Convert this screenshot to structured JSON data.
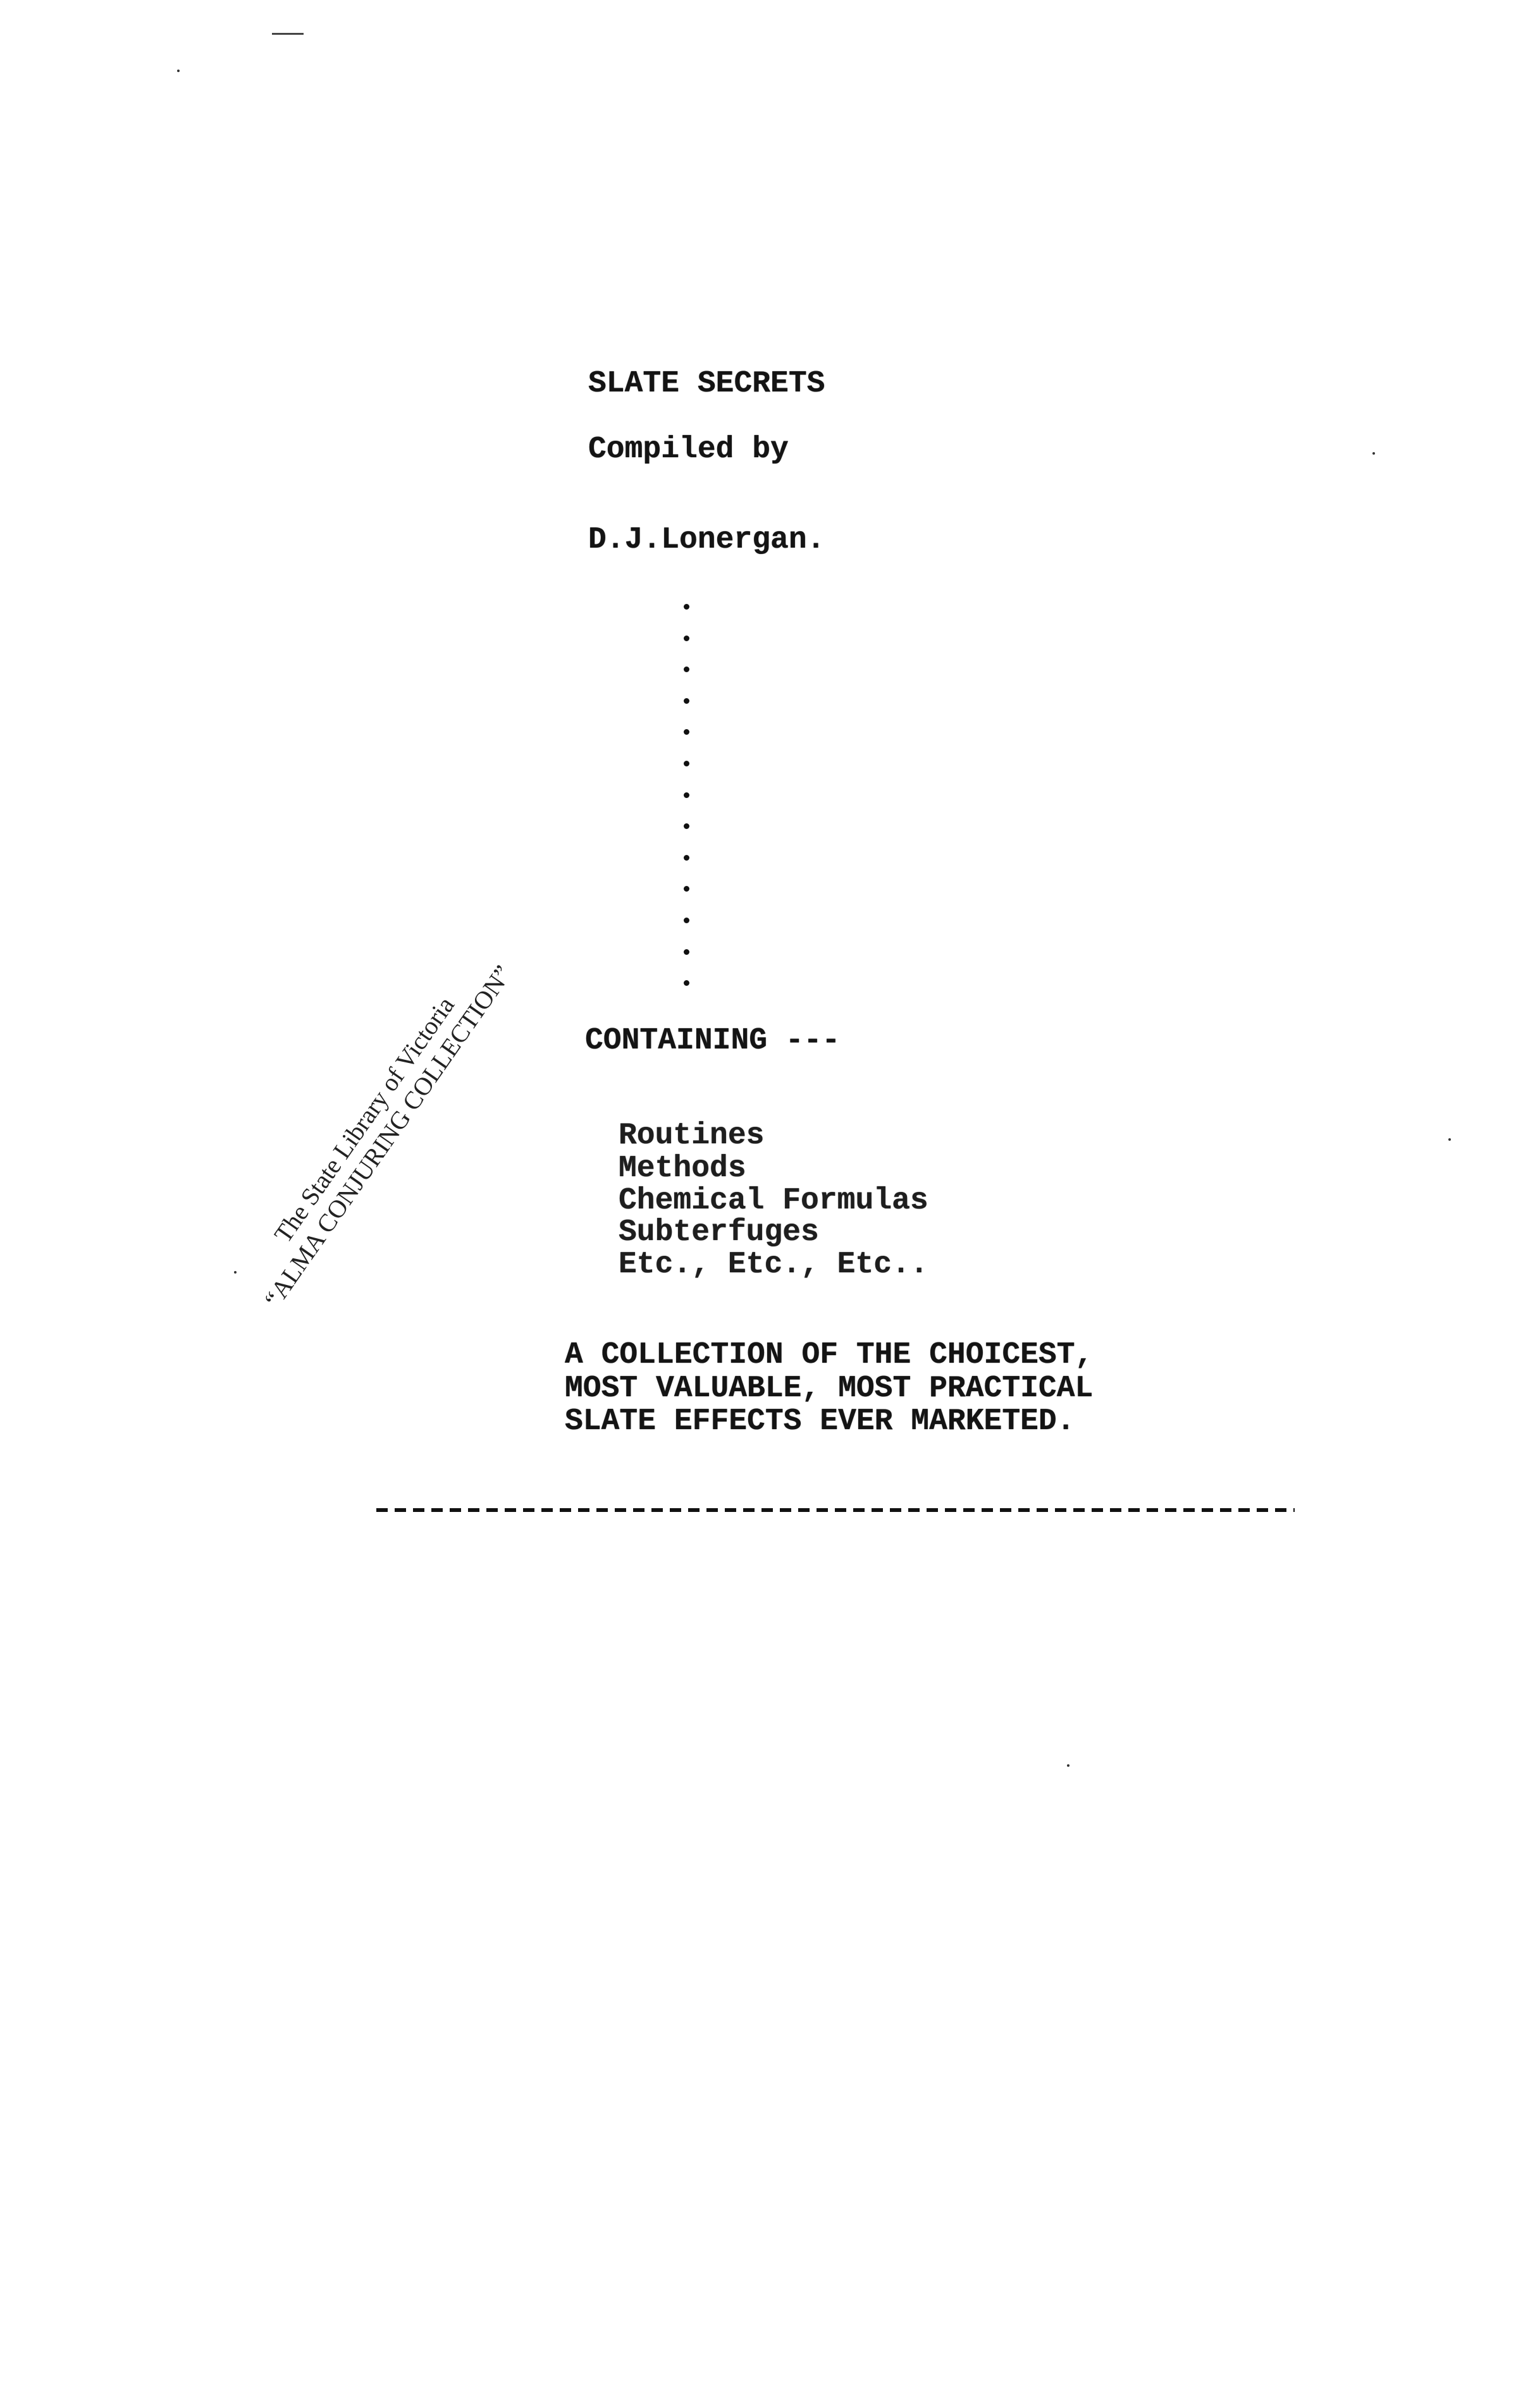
{
  "document": {
    "title": "SLATE SECRETS",
    "compiled_by_label": "Compiled by",
    "author": "D.J.Lonergan.",
    "containing_label": "CONTAINING ---",
    "contents_items": [
      "Routines",
      "Methods",
      "Chemical Formulas",
      "Subterfuges",
      "Etc., Etc., Etc.."
    ],
    "description_lines": [
      "A COLLECTION OF THE CHOICEST,",
      "MOST VALUABLE, MOST PRACTICAL",
      "SLATE EFFECTS EVER MARKETED."
    ]
  },
  "stamp": {
    "line1": "The State Library of Victoria",
    "line2": "“ALMA CONJURING COLLECTION”"
  }
}
